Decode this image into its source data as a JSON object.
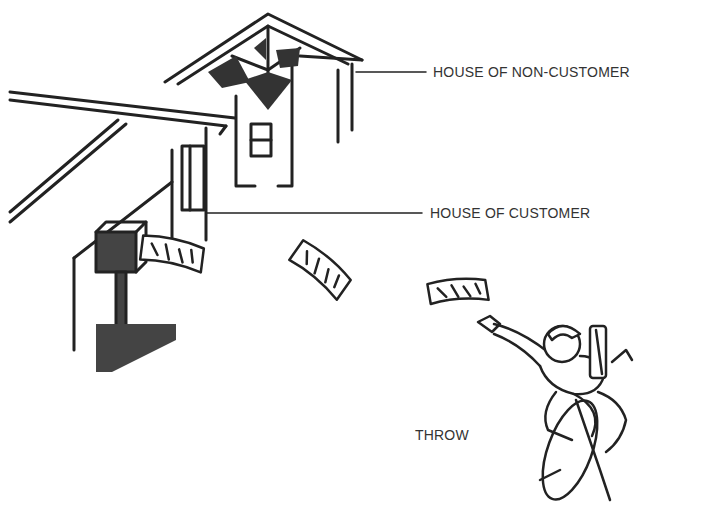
{
  "diagram": {
    "labels": [
      "HOUSE OF NON-CUSTOMER",
      "HOUSE OF CUSTOMER",
      "THROW"
    ]
  }
}
